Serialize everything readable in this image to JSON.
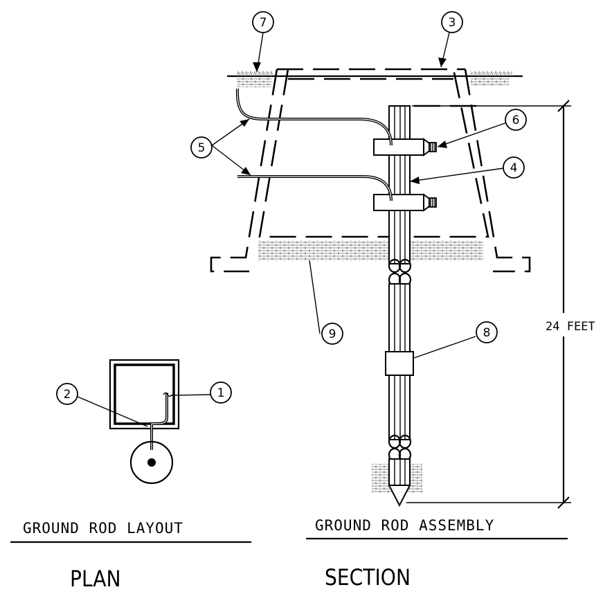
{
  "callouts": {
    "c1": "1",
    "c2": "2",
    "c3": "3",
    "c4": "4",
    "c5": "5",
    "c6": "6",
    "c7": "7",
    "c8": "8",
    "c9": "9"
  },
  "dimension": "24 FEET",
  "layout_title": "GROUND ROD LAYOUT",
  "assembly_title": "GROUND ROD ASSEMBLY",
  "plan_label": "PLAN",
  "section_label": "SECTION"
}
